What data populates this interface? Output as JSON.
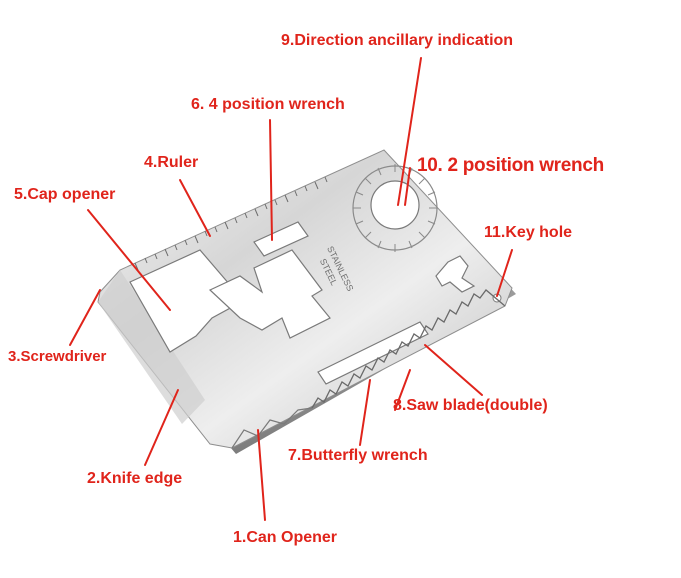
{
  "labels": {
    "direction": "9.Direction ancillary indication",
    "wrench4": "6. 4 position wrench",
    "wrench2": "10.  2 position wrench",
    "ruler": "4.Ruler",
    "cap_opener": "5.Cap opener",
    "key_hole": "11.Key hole",
    "screwdriver": "3.Screwdriver",
    "saw_blade": "8.Saw blade(double)",
    "butterfly": "7.Butterfly wrench",
    "knife_edge": "2.Knife edge",
    "can_opener": "1.Can Opener"
  },
  "card_text": {
    "line1": "STAINLESS",
    "line2": "STEEL"
  },
  "colors": {
    "label": "#e0241b",
    "pointer": "#e0241b",
    "steel_light": "#e9e9e9",
    "steel_dark": "#9a9a9a"
  }
}
